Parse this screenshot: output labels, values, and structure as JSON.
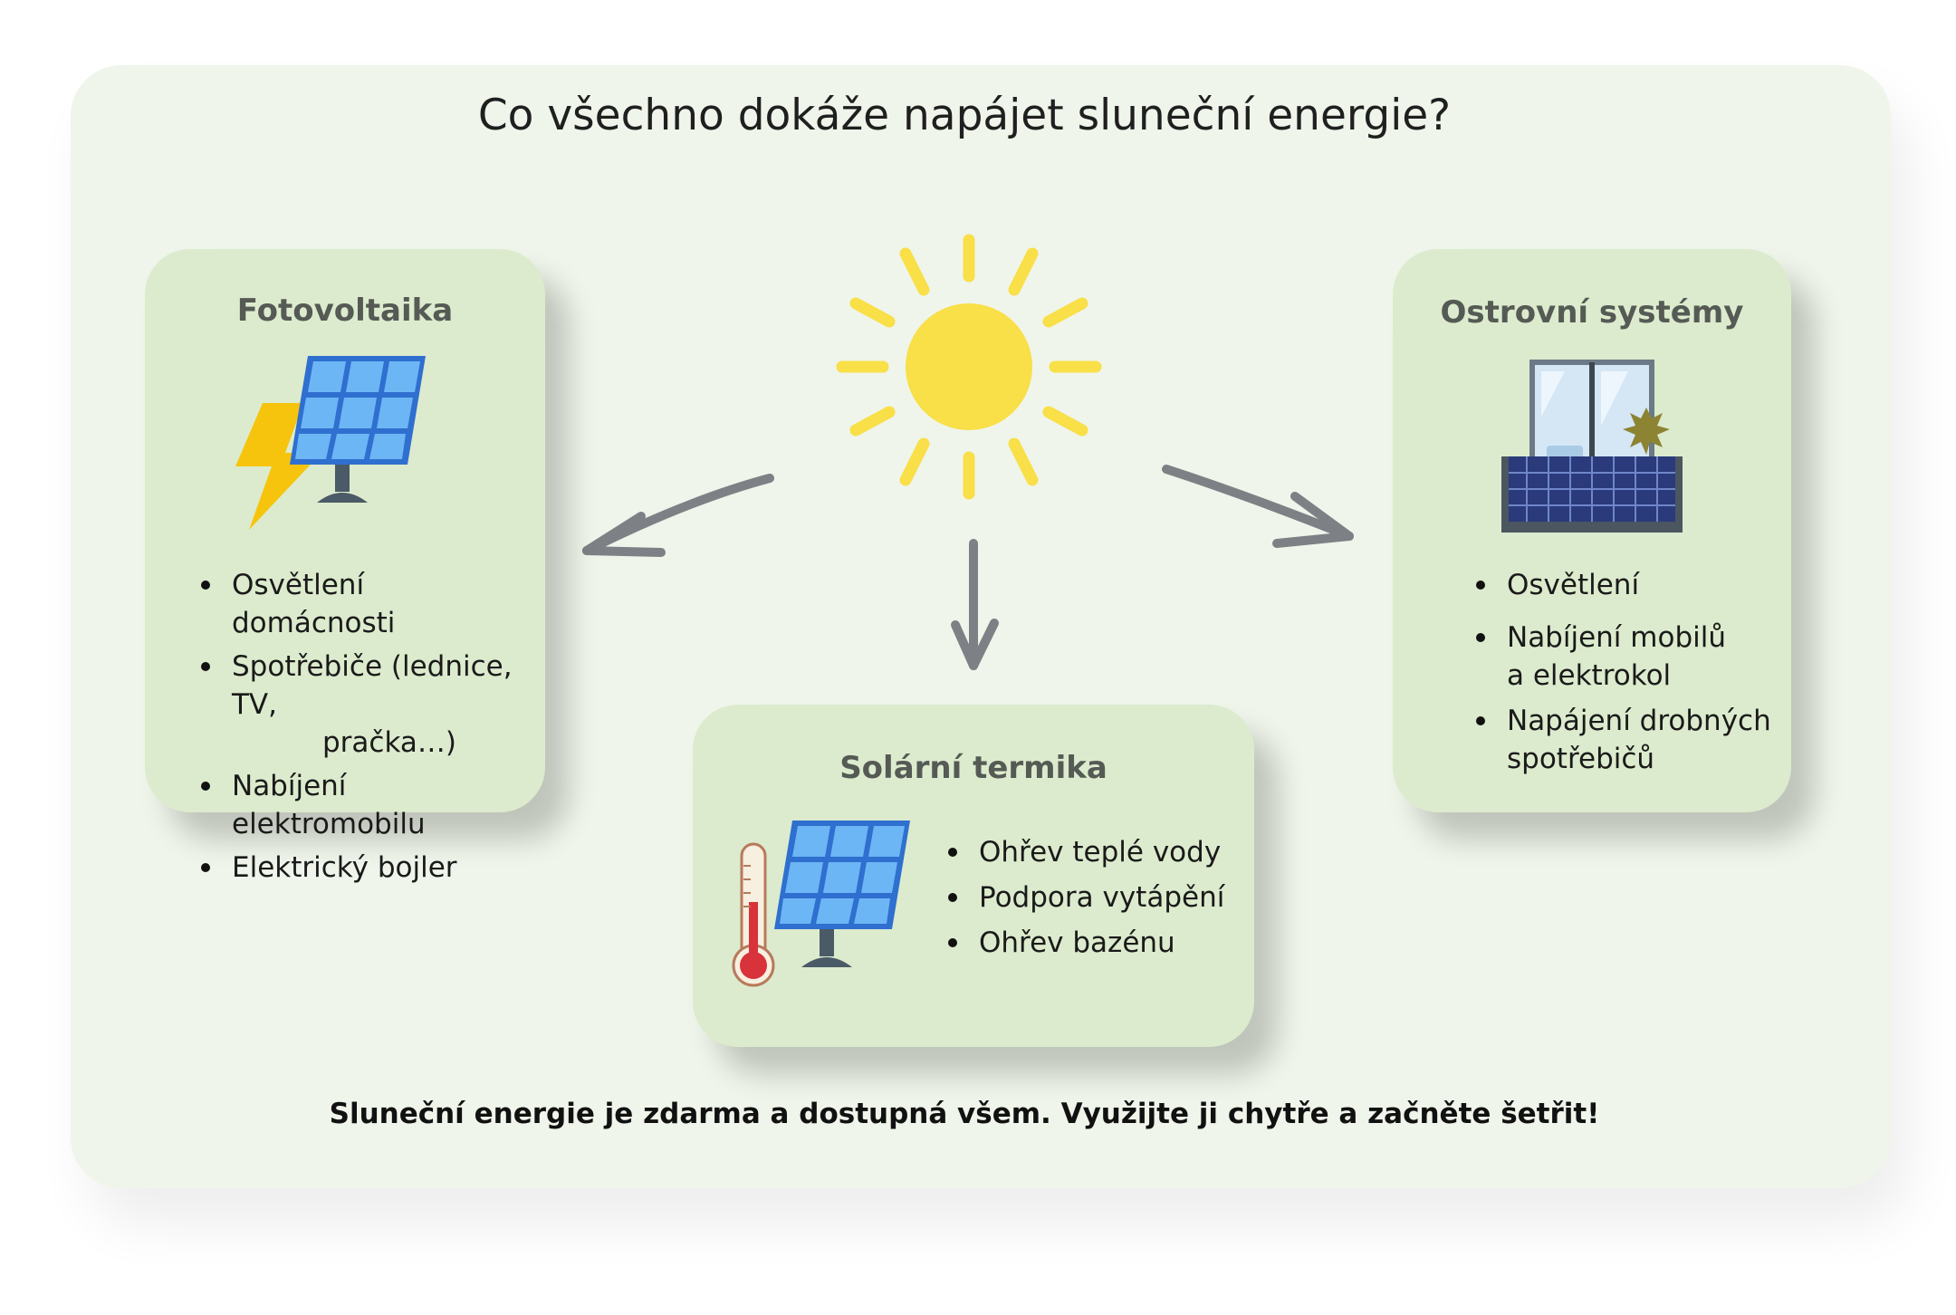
{
  "title": "Co všechno dokáže napájet sluneční energie?",
  "cards": {
    "fotovoltaika": {
      "title": "Fotovoltaika",
      "items": [
        "Osvětlení domácnosti",
        "Spotřebiče (lednice, TV,",
        "pračka…)",
        "Nabíjení elektromobilu",
        "Elektrický bojler"
      ]
    },
    "termika": {
      "title": "Solární termika",
      "items": [
        "Ohřev teplé vody",
        "Podpora vytápění",
        "Ohřev bazénu"
      ]
    },
    "ostrovni": {
      "title": "Ostrovní systémy",
      "items": [
        "Osvětlení",
        "Nabíjení mobilů",
        "a elektrokol",
        "Napájení drobných",
        "spotřebičů"
      ]
    }
  },
  "footer": "Sluneční energie je zdarma a dostupná všem. Využijte ji chytře a začněte šetřit!",
  "colors": {
    "panel_background": "#eff5ea",
    "card_background": "#dcebcd",
    "sun": "#f9df48",
    "arrow": "#7d8185",
    "solar_cell": "#5ea8f0",
    "lightning": "#f6c40c",
    "thermometer": "#d8323a"
  },
  "icons": [
    "sun-icon",
    "solar-panel-icon",
    "lightning-icon",
    "thermometer-icon",
    "balcony-icon",
    "arrow-icon"
  ]
}
